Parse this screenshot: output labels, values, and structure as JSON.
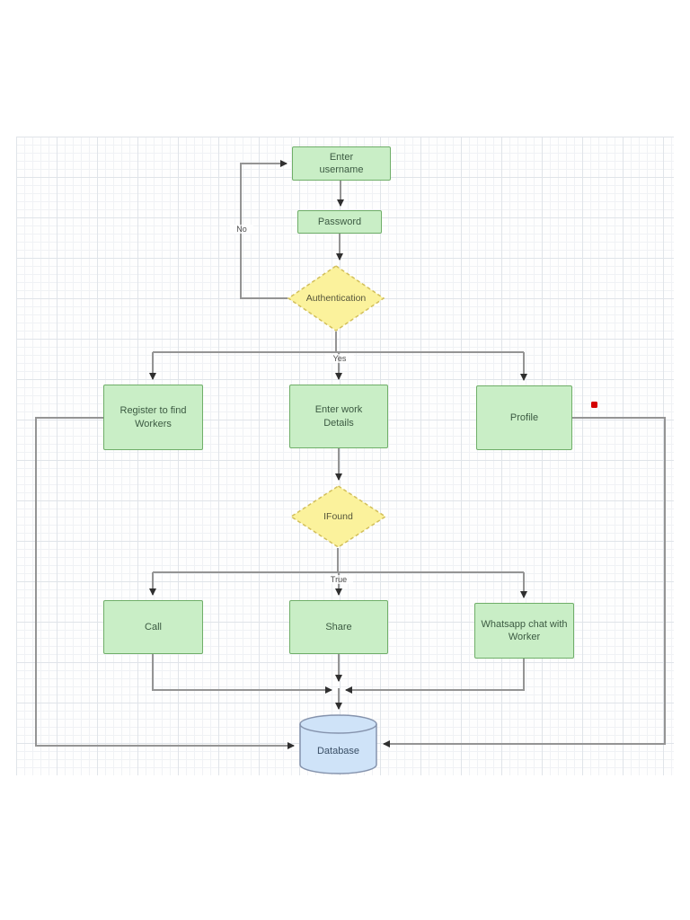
{
  "flowchart": {
    "nodes": {
      "enter_username": {
        "label": "Enter username",
        "shape": "rect"
      },
      "password": {
        "label": "Password",
        "shape": "rect"
      },
      "authentication": {
        "label": "Authentication",
        "shape": "diamond"
      },
      "register": {
        "label": "Register to find Workers",
        "shape": "rect"
      },
      "enter_work": {
        "label": "Enter work Details",
        "shape": "rect"
      },
      "profile": {
        "label": "Profile",
        "shape": "rect"
      },
      "ifound": {
        "label": "IFound",
        "shape": "diamond"
      },
      "call": {
        "label": "Call",
        "shape": "rect"
      },
      "share": {
        "label": "Share",
        "shape": "rect"
      },
      "whatsapp": {
        "label": "Whatsapp chat with Worker",
        "shape": "rect"
      },
      "database": {
        "label": "Database",
        "shape": "cylinder"
      }
    },
    "edge_labels": {
      "no": "No",
      "yes": "Yes",
      "true": "True"
    },
    "colors": {
      "process_fill": "#c9eec6",
      "process_border": "#6fae68",
      "decision_fill": "#fbf29c",
      "decision_border": "#d2bf5a",
      "database_fill": "#cfe3f8",
      "database_border": "#8593ad",
      "connector": "#949494",
      "grid_minor": "#f0f2f5",
      "grid_major": "#e0e4e9",
      "annotation_dot": "#d40000"
    }
  }
}
